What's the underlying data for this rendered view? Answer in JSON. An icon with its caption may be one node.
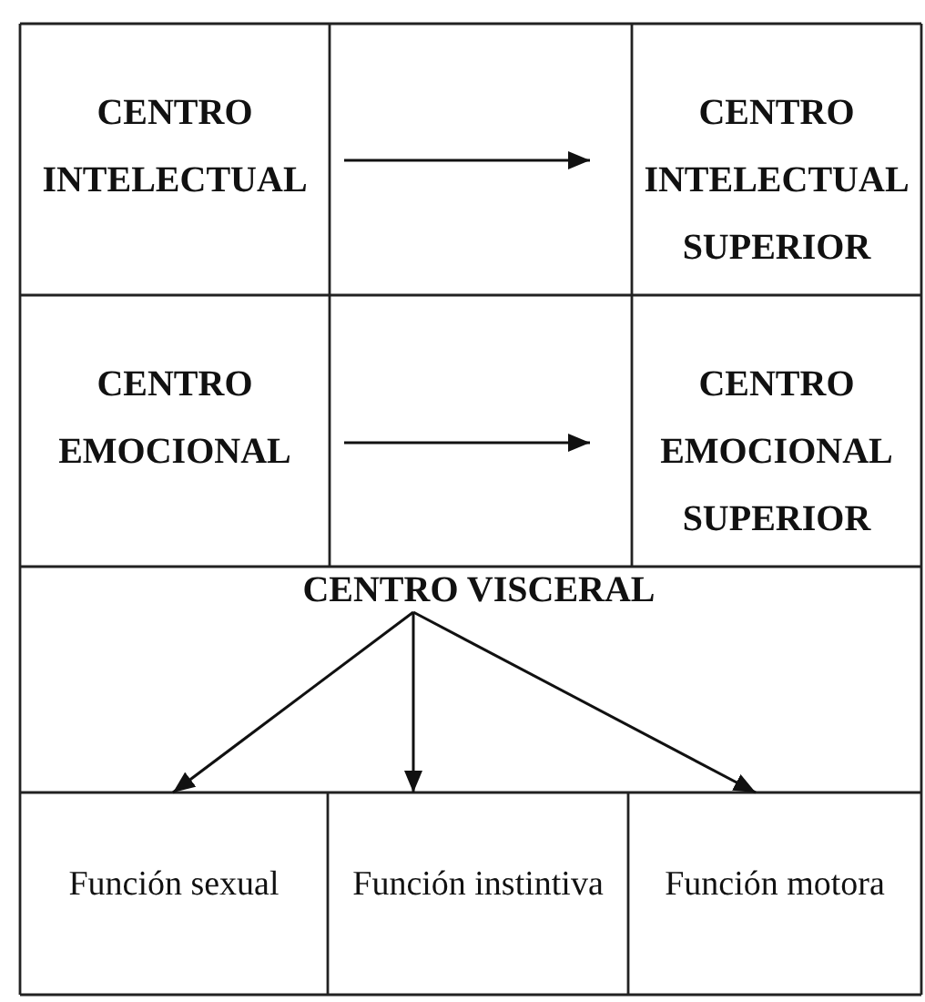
{
  "diagram": {
    "nodes": [
      {
        "text": [
          "CENTRO INTELECTUAL"
        ]
      },
      {
        "text": [
          "CENTRO INTELECTUAL SUPERIOR"
        ]
      },
      {
        "text": [
          "CENTRO EMOCIONAL"
        ]
      },
      {
        "text": [
          "CENTRO EMOCIONAL SUPERIOR"
        ]
      },
      {
        "text": [
          "CENTRO VISCERAL"
        ]
      },
      {
        "text": [
          "Función sexual"
        ]
      },
      {
        "text": [
          "Función instintiva"
        ]
      },
      {
        "text": [
          "Función motora"
        ]
      }
    ],
    "edges": [
      {
        "from": 0,
        "to": 1,
        "arrow": "to"
      },
      {
        "from": 2,
        "to": 3,
        "arrow": "to"
      },
      {
        "from": 4,
        "to": 5,
        "arrow": "to"
      },
      {
        "from": 4,
        "to": 6,
        "arrow": "to"
      },
      {
        "from": 4,
        "to": 7,
        "arrow": "to"
      }
    ]
  }
}
